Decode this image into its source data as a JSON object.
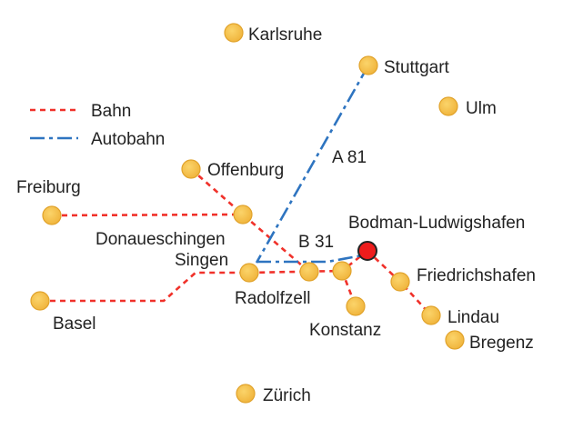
{
  "legend": {
    "rail_label": "Bahn",
    "motorway_label": "Autobahn"
  },
  "roads": {
    "a81": "A 81",
    "b31": "B 31"
  },
  "cities": {
    "karlsruhe": "Karlsruhe",
    "stuttgart": "Stuttgart",
    "ulm": "Ulm",
    "offenburg": "Offenburg",
    "freiburg": "Freiburg",
    "donaueschingen": "Donaueschingen",
    "singen": "Singen",
    "radolfzell": "Radolfzell",
    "konstanz": "Konstanz",
    "bodman": "Bodman-Ludwigshafen",
    "friedrichshafen": "Friedrichshafen",
    "lindau": "Lindau",
    "bregenz": "Bregenz",
    "basel": "Basel",
    "zurich": "Zürich"
  },
  "colors": {
    "rail": "#f0312a",
    "motorway": "#2e74c0",
    "city": "#f5c04a",
    "highlight": "#ee1c1c"
  }
}
